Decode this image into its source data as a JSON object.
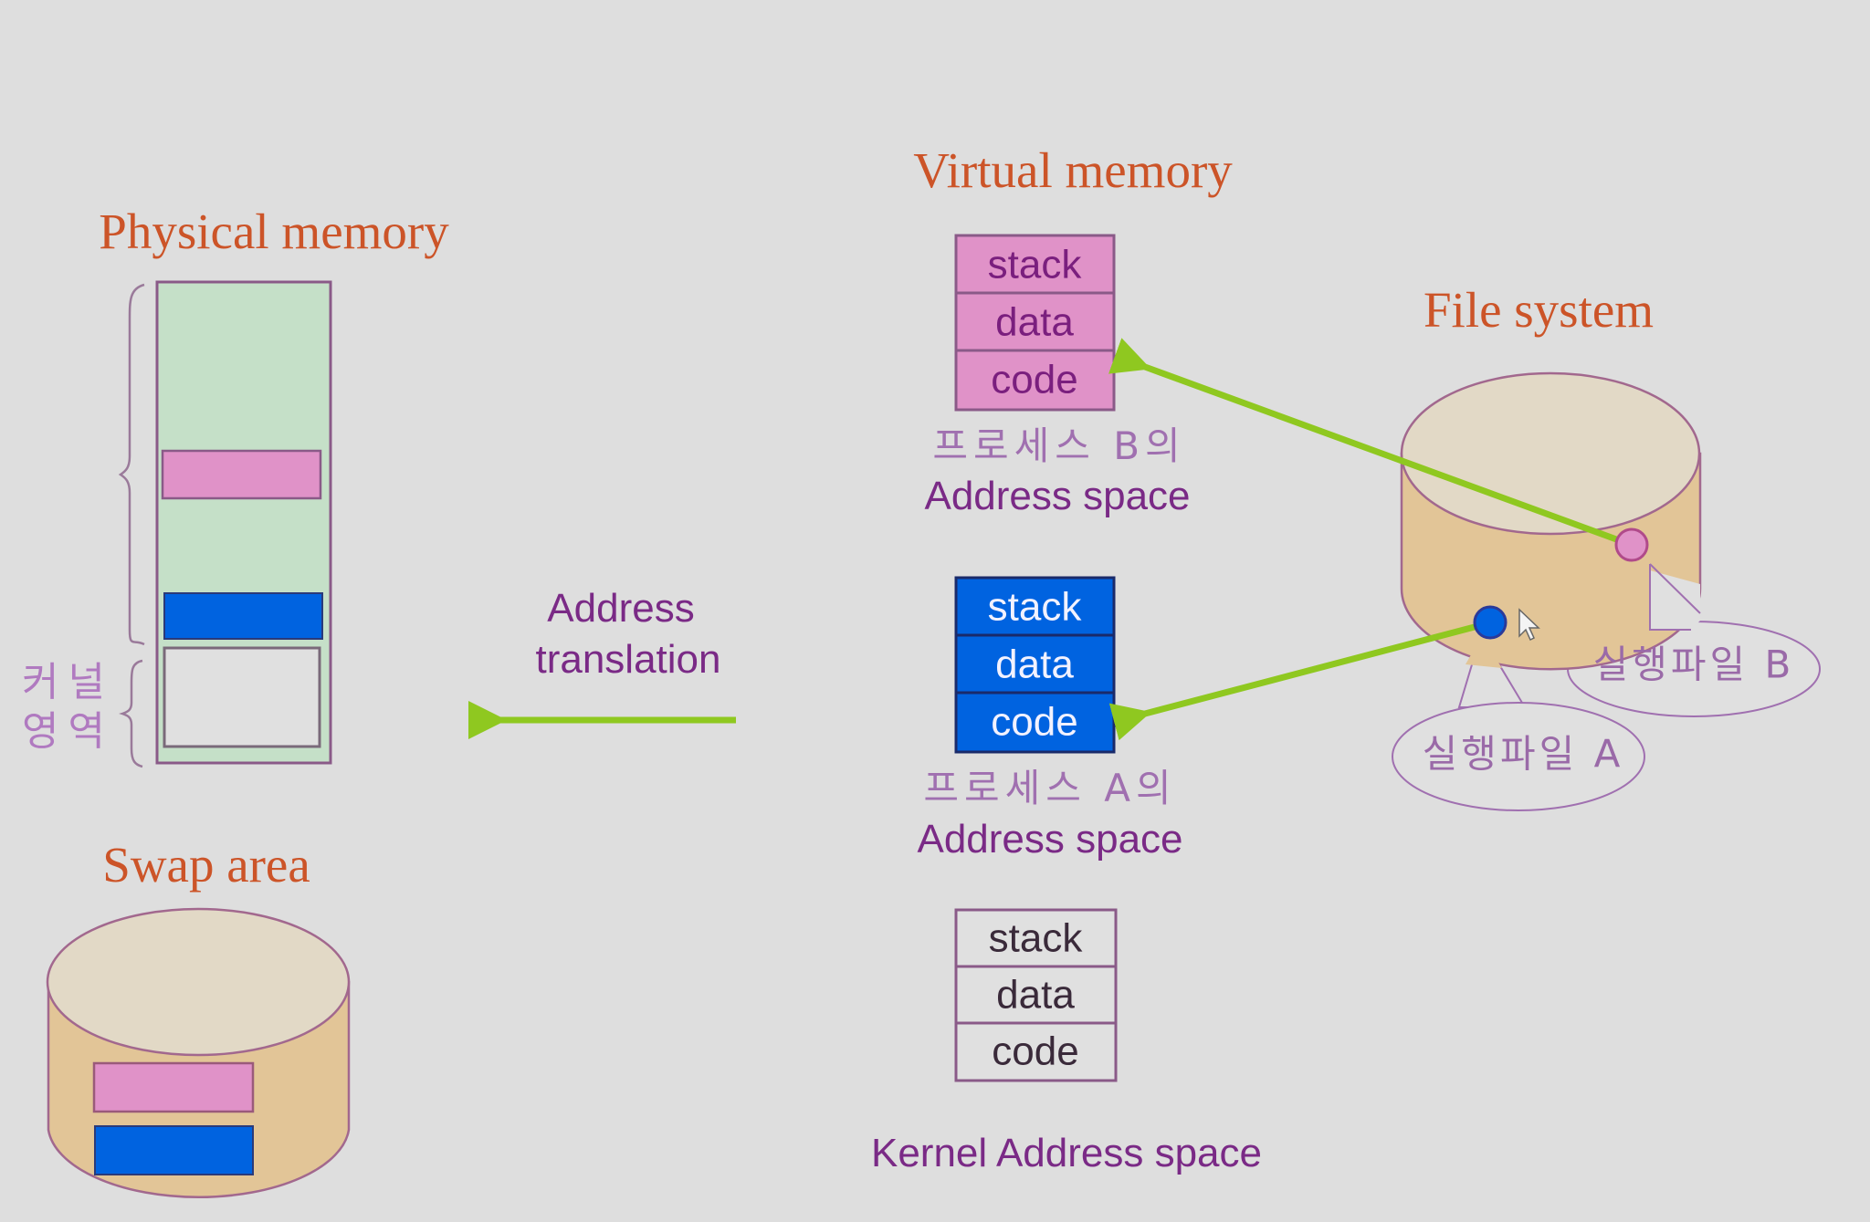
{
  "colors": {
    "background": "#dedede",
    "title": "#cc5428",
    "label": "#7a2a86",
    "process_b": "#e092c8",
    "process_a": "#0063e0",
    "physical_free": "#c5e0c8",
    "disk_top": "#e2d9c6",
    "disk_side": "#e2c597",
    "arrow": "#8fc820",
    "outline": "#8a5a88"
  },
  "physical_memory": {
    "title": "Physical memory",
    "kernel_area_label_line1": "커널",
    "kernel_area_label_line2": "영역",
    "blocks": [
      {
        "name": "process-b-block",
        "color": "process_b"
      },
      {
        "name": "process-a-block",
        "color": "process_a"
      },
      {
        "name": "kernel-block",
        "color": "none"
      }
    ]
  },
  "swap_area": {
    "title": "Swap area",
    "blocks": [
      {
        "name": "process-b-swap-block",
        "color": "process_b"
      },
      {
        "name": "process-a-swap-block",
        "color": "process_a"
      }
    ]
  },
  "address_translation": {
    "label_line1": "Address",
    "label_line2": "translation",
    "direction": "left"
  },
  "virtual_memory": {
    "title": "Virtual memory",
    "address_spaces": [
      {
        "id": "process-b",
        "segments": [
          "stack",
          "data",
          "code"
        ],
        "caption_line1": "프로세스 B의",
        "caption_line2": "Address space",
        "fill": "process_b",
        "text_color": "#7a1f7e"
      },
      {
        "id": "process-a",
        "segments": [
          "stack",
          "data",
          "code"
        ],
        "caption_line1": "프로세스 A의",
        "caption_line2": "Address space",
        "fill": "process_a",
        "text_color": "#f2f2ff"
      },
      {
        "id": "kernel",
        "segments": [
          "stack",
          "data",
          "code"
        ],
        "caption_line1": "",
        "caption_line2": "Kernel Address space",
        "fill": "none",
        "text_color": "#3a2a3a"
      }
    ]
  },
  "file_system": {
    "title": "File system",
    "files": [
      {
        "id": "file-b",
        "label": "실행파일 B",
        "color": "process_b"
      },
      {
        "id": "file-a",
        "label": "실행파일 A",
        "color": "process_a"
      }
    ]
  },
  "arrows": [
    {
      "from": "file-b",
      "to": "process-b"
    },
    {
      "from": "file-a",
      "to": "process-a"
    },
    {
      "from": "virtual_memory",
      "to": "physical_memory"
    }
  ]
}
